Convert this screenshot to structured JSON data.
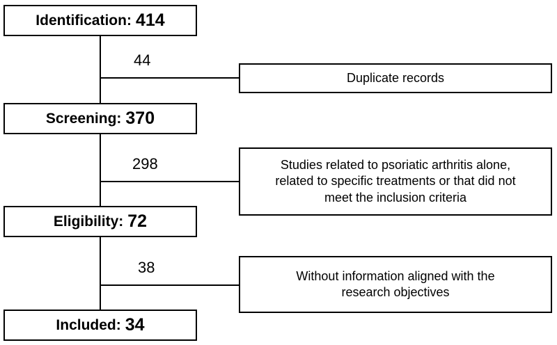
{
  "stages": {
    "identification": {
      "label": "Identification:",
      "count": "414"
    },
    "screening": {
      "label": "Screening:",
      "count": "370"
    },
    "eligibility": {
      "label": "Eligibility:",
      "count": "72"
    },
    "included": {
      "label": "Included:",
      "count": "34"
    }
  },
  "exclusions": {
    "duplicates": {
      "count": "44",
      "text": "Duplicate records"
    },
    "screening": {
      "count": "298",
      "line1": "Studies related to psoriatic arthritis alone,",
      "line2": "related to specific treatments or that did not",
      "line3": "meet the inclusion criteria"
    },
    "eligibility": {
      "count": "38",
      "line1": "Without information aligned with the",
      "line2": "research objectives"
    }
  }
}
